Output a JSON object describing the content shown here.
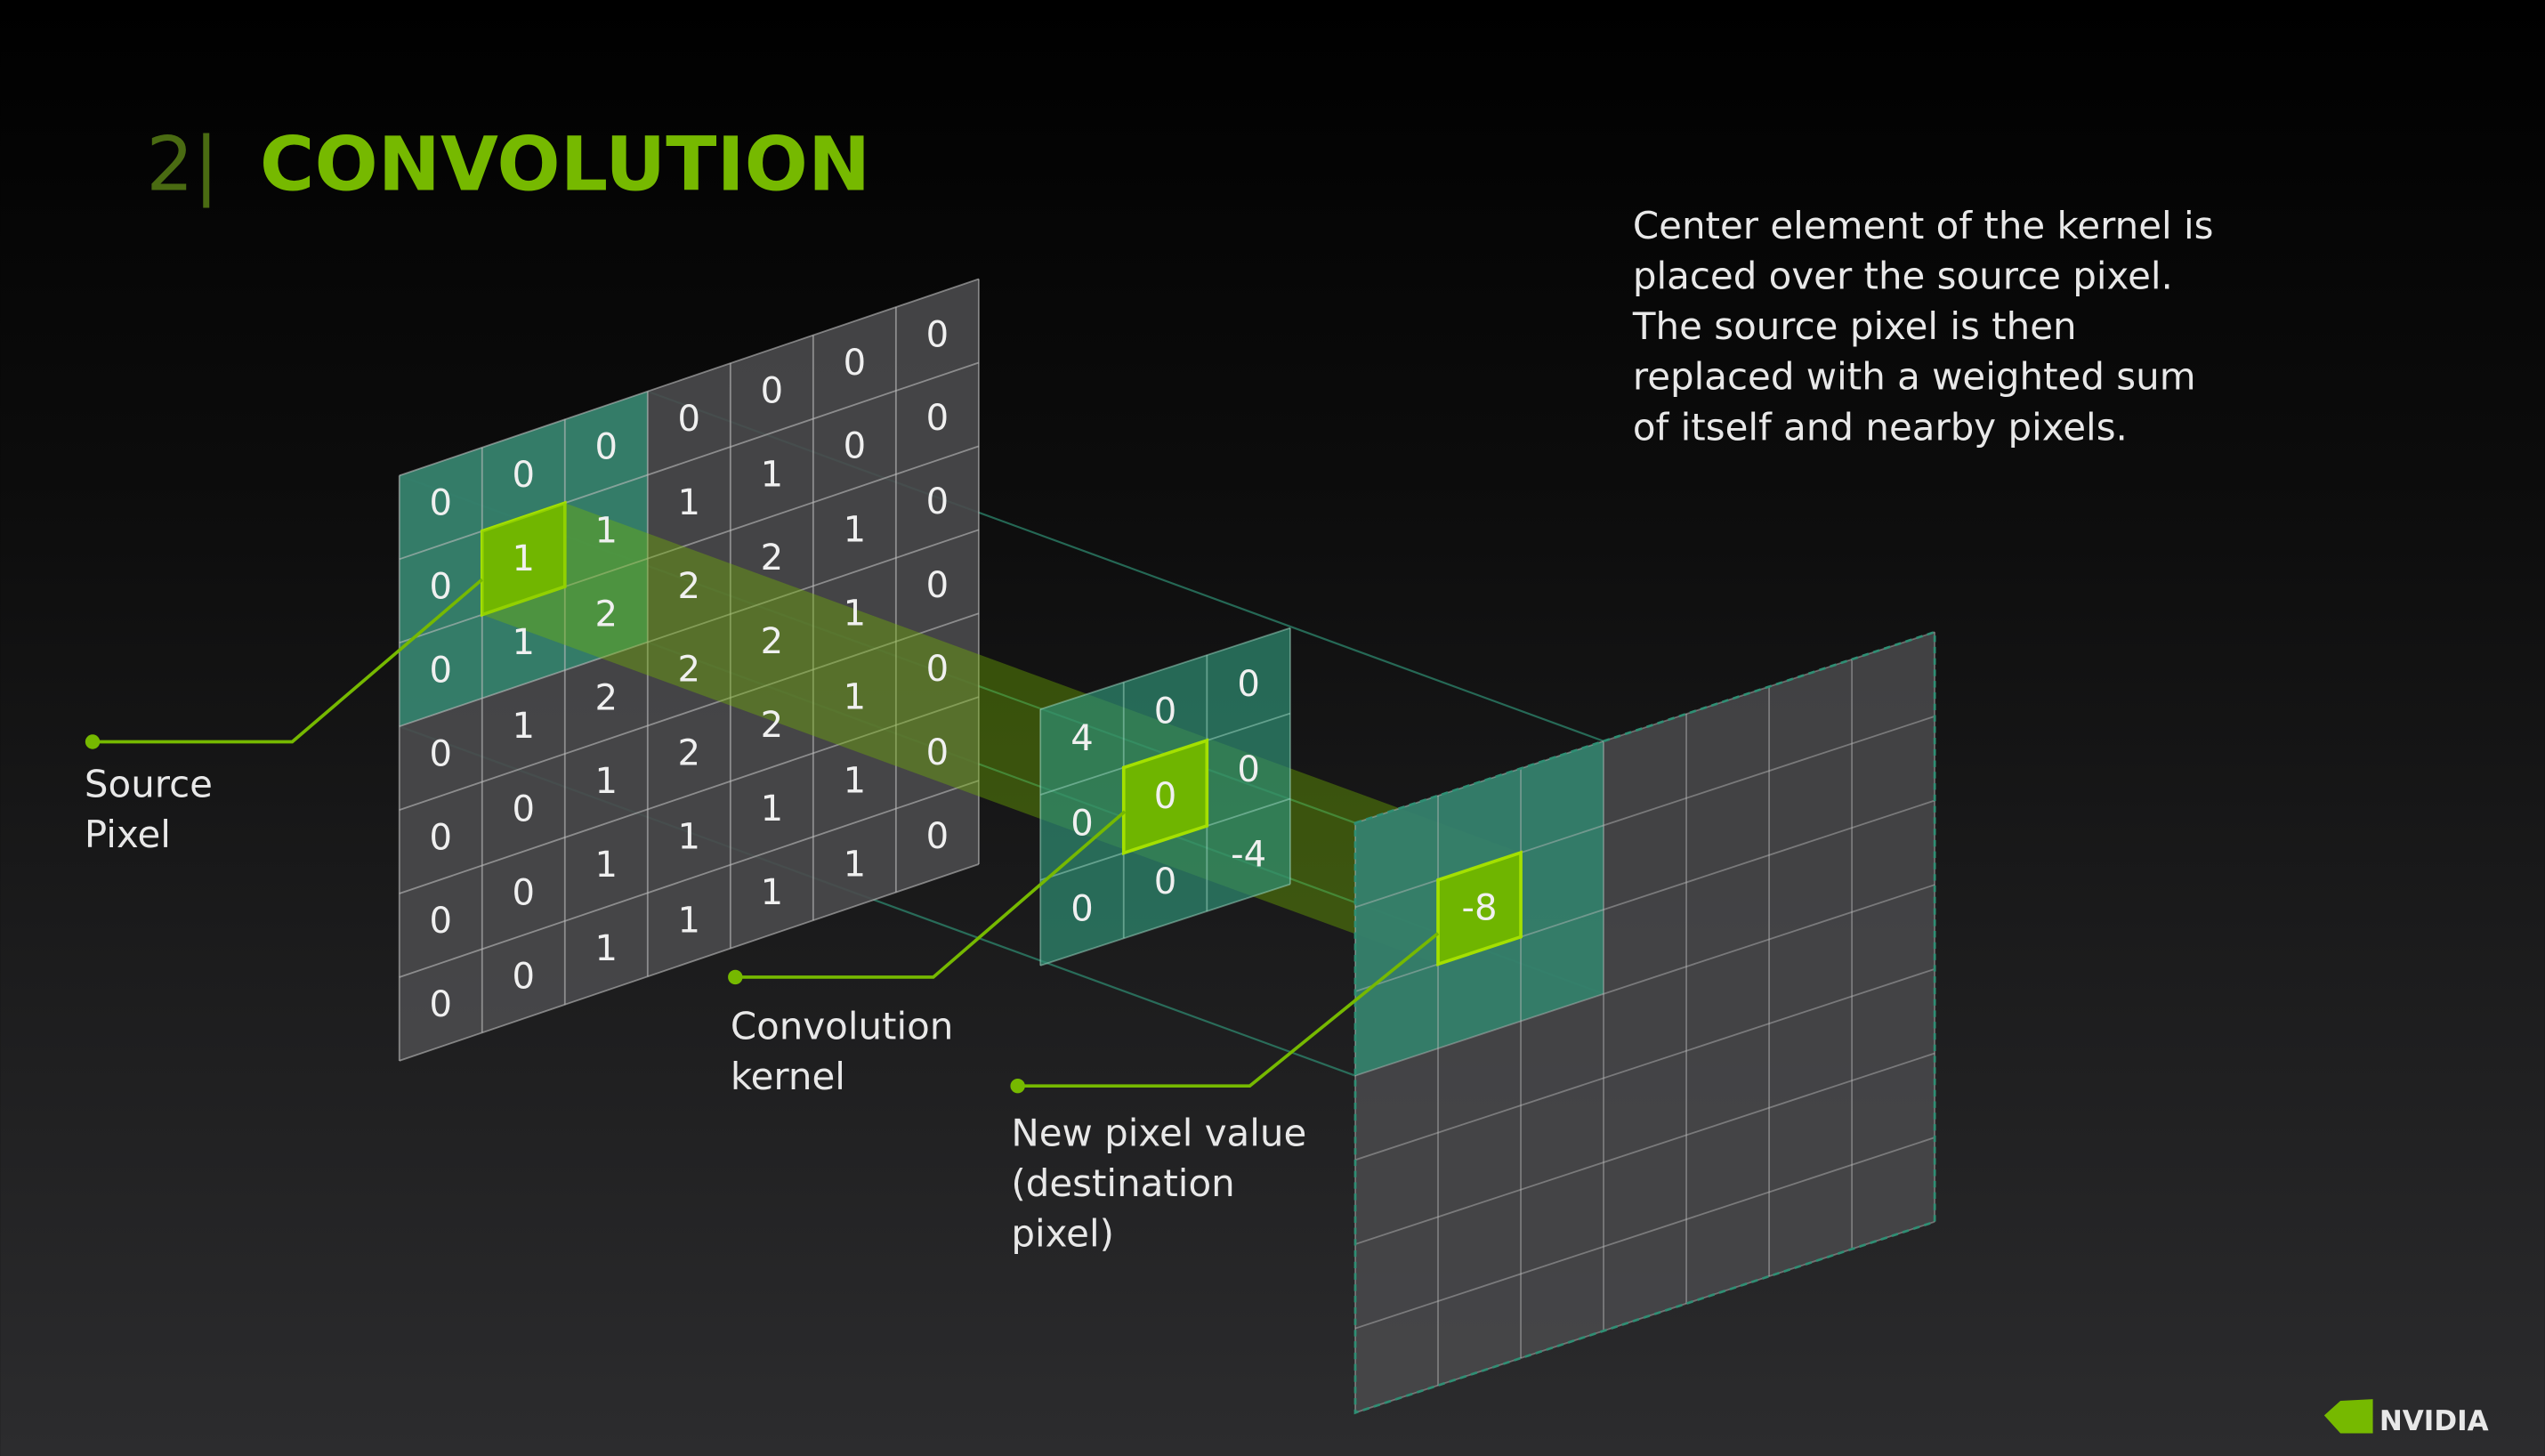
{
  "header": {
    "number": "2|",
    "title": "CONVOLUTION"
  },
  "description": [
    "Center element of the kernel is",
    "placed over the source pixel.",
    "The source pixel is then",
    "replaced with a weighted sum",
    "of itself and nearby pixels."
  ],
  "labels": {
    "source": [
      "Source",
      "Pixel"
    ],
    "kernel": [
      "Convolution",
      "kernel"
    ],
    "destination": [
      "New pixel value",
      "(destination",
      "pixel)"
    ]
  },
  "source_grid": [
    [
      "0",
      "0",
      "0",
      "0",
      "0",
      "0",
      "0"
    ],
    [
      "0",
      "1",
      "1",
      "1",
      "1",
      "0",
      "0"
    ],
    [
      "0",
      "1",
      "2",
      "2",
      "2",
      "1",
      "0"
    ],
    [
      "0",
      "1",
      "2",
      "2",
      "2",
      "1",
      "0"
    ],
    [
      "0",
      "0",
      "1",
      "2",
      "2",
      "1",
      "0"
    ],
    [
      "0",
      "0",
      "1",
      "1",
      "1",
      "1",
      "0"
    ],
    [
      "0",
      "0",
      "1",
      "1",
      "1",
      "1",
      "0"
    ]
  ],
  "kernel_grid": [
    [
      "4",
      "0",
      "0"
    ],
    [
      "0",
      "0",
      "0"
    ],
    [
      "0",
      "0",
      "-4"
    ]
  ],
  "destination_value": "-8",
  "logo": "NVIDIA",
  "colors": {
    "accent": "#76b900",
    "teal": "#2f8f74",
    "grid_gray": "#4a4a4a"
  }
}
